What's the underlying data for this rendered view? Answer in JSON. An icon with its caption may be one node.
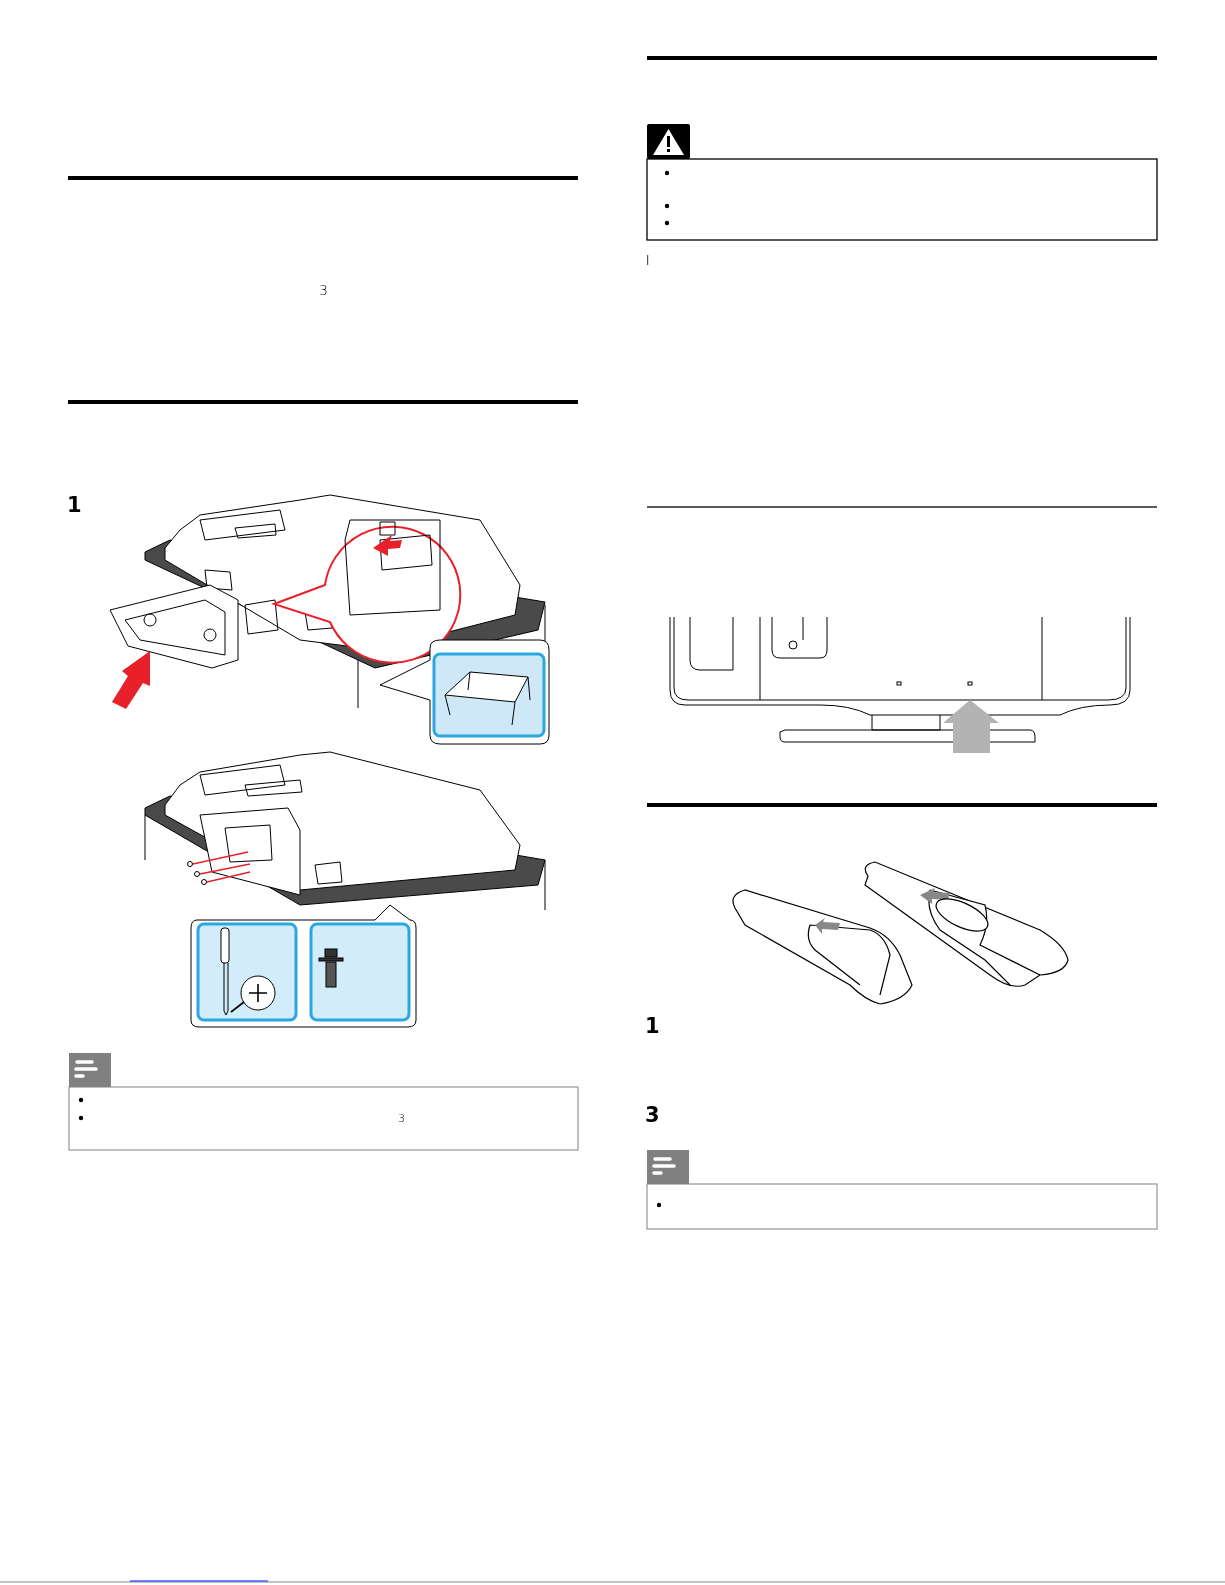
{
  "diagram": {
    "labels": [
      "3",
      "1",
      "3",
      "1",
      "3"
    ]
  }
}
